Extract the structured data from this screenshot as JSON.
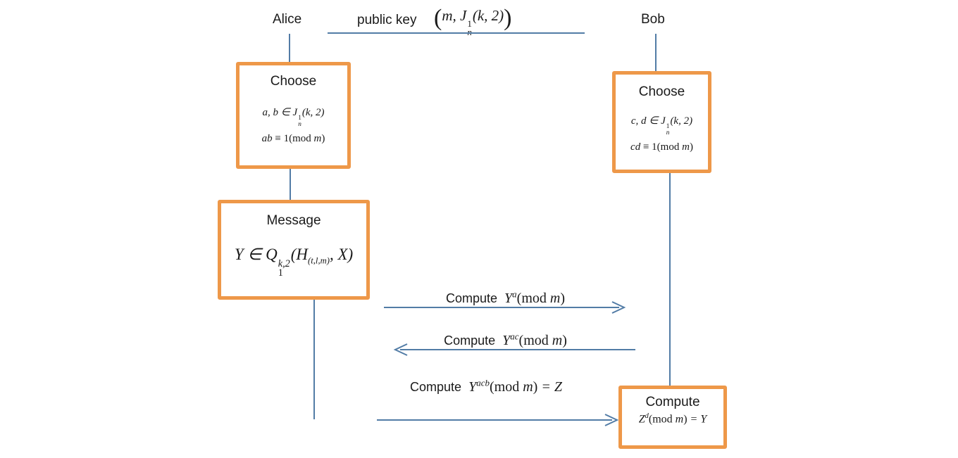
{
  "actors": {
    "alice": "Alice",
    "bob": "Bob"
  },
  "public_key": {
    "label": "public key",
    "formula": {
      "open": "(",
      "pre": "m, J",
      "sup": "1",
      "sub": "n",
      "post": "(k, 2)",
      "close": ")"
    }
  },
  "boxes": {
    "alice_choose": {
      "title": "Choose",
      "math1": {
        "pre": "a, b ∈ J",
        "sup": "1",
        "sub": "n",
        "post": "(k, 2)"
      },
      "math2": {
        "var": "ab",
        "mid": " ≡ 1(mod ",
        "var2": "m",
        "close": ")"
      }
    },
    "bob_choose": {
      "title": "Choose",
      "math1": {
        "pre": "c, d ∈ J",
        "sup": "1",
        "sub": "n",
        "post": "(k, 2)"
      },
      "math2": {
        "var": "cd",
        "mid": " ≡ 1(mod ",
        "var2": "m",
        "close": ")"
      }
    },
    "message": {
      "title": "Message",
      "formula": {
        "pre": "Y ∈ Q",
        "sup": "k,2",
        "sub": "1",
        "mid": "(H",
        "hsub": "(t,l,m)",
        "post": ", X)"
      }
    },
    "compute": {
      "title": "Compute",
      "formula": {
        "base": "Z",
        "sup": "d",
        "mod_open": "(mod ",
        "mod_var": "m",
        "mod_close": ")",
        "suffix": " = Y"
      }
    }
  },
  "messages": [
    {
      "verb": "Compute",
      "base": "Y",
      "sup": "a",
      "mod_open": "(mod ",
      "mod_var": "m",
      "mod_close": ")",
      "suffix": "",
      "direction": "right"
    },
    {
      "verb": "Compute",
      "base": "Y",
      "sup": "ac",
      "mod_open": "(mod ",
      "mod_var": "m",
      "mod_close": ")",
      "suffix": "",
      "direction": "left"
    },
    {
      "verb": "Compute",
      "base": "Y",
      "sup": "acb",
      "mod_open": "(mod ",
      "mod_var": "m",
      "mod_close": ")",
      "suffix": " = Z",
      "direction": "right"
    }
  ],
  "colors": {
    "box_border": "#EE9849",
    "line": "#527CA6",
    "text": "#1A1A1A",
    "background": "#FFFFFF"
  }
}
